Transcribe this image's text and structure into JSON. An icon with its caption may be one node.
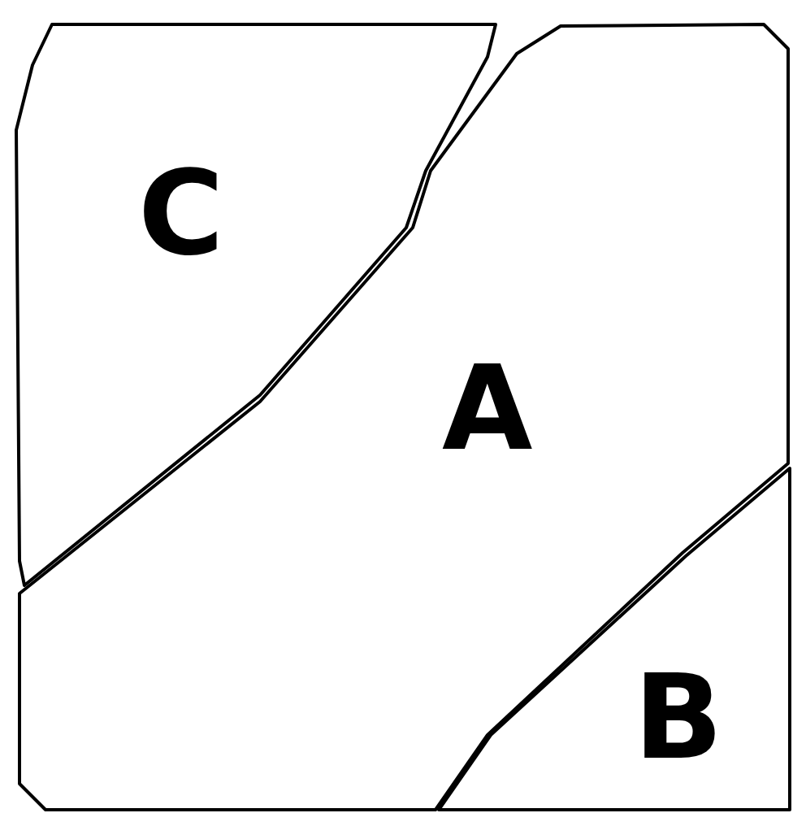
{
  "diagram": {
    "nodes": [
      {
        "text": [
          "C"
        ]
      },
      {
        "text": [
          "A"
        ]
      },
      {
        "text": [
          "B"
        ]
      }
    ]
  }
}
